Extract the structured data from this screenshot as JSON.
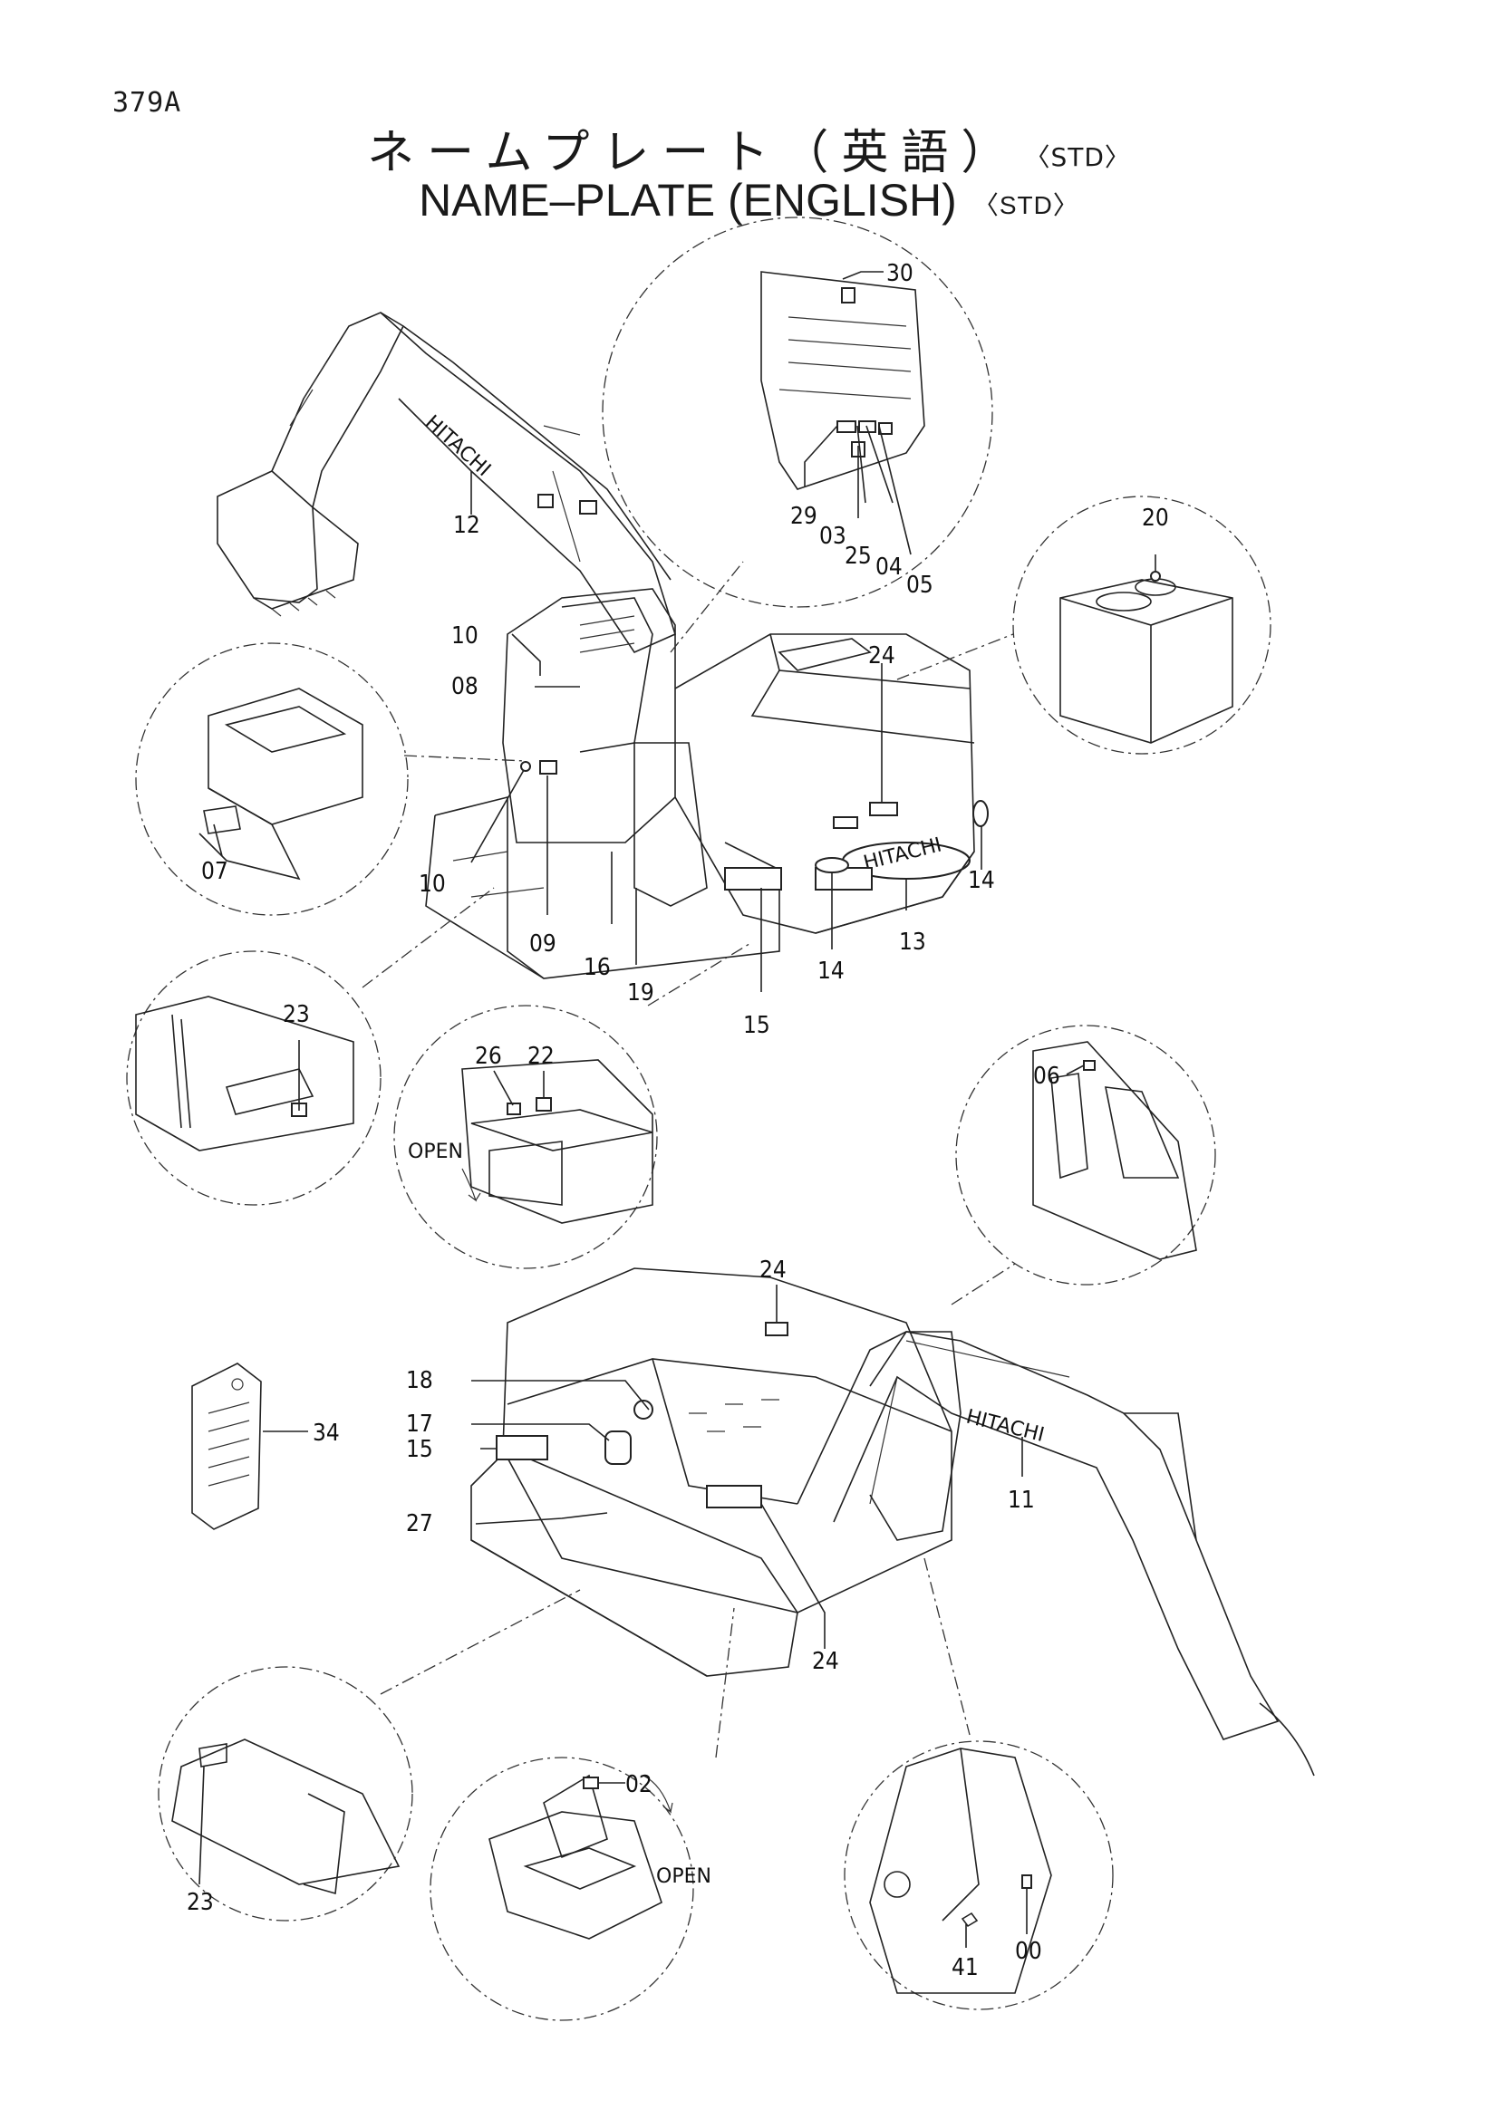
{
  "page_code": "379A",
  "title_jp": "ネームプレート（英語）",
  "title_en": "NAME–PLATE (ENGLISH)",
  "std_tag": "〈STD〉",
  "brand": "HITACHI",
  "open_label": "OPEN",
  "callouts": [
    "30",
    "29",
    "03",
    "25",
    "04",
    "05",
    "20",
    "12",
    "10",
    "08",
    "24",
    "07",
    "10",
    "09",
    "16",
    "19",
    "14",
    "13",
    "14",
    "15",
    "23",
    "26",
    "22",
    "06",
    "24",
    "18",
    "17",
    "15",
    "27",
    "11",
    "24",
    "34",
    "23",
    "02",
    "00",
    "41"
  ]
}
